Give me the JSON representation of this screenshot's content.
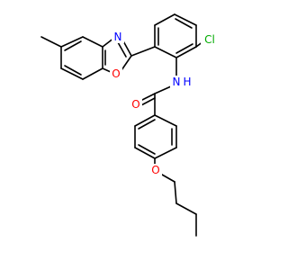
{
  "colors": {
    "bond": "#000000",
    "carbon": "#000000",
    "nitrogen": "#0000ff",
    "oxygen": "#ff0000",
    "chlorine": "#00aa00",
    "background": "#ffffff"
  },
  "atom_labels": {
    "benzoxazole_n": "N",
    "benzoxazole_o": "O",
    "chloro": "Cl",
    "amide_nh": "N",
    "amide_h": "H",
    "carbonyl_o": "O",
    "ether_o": "O"
  }
}
